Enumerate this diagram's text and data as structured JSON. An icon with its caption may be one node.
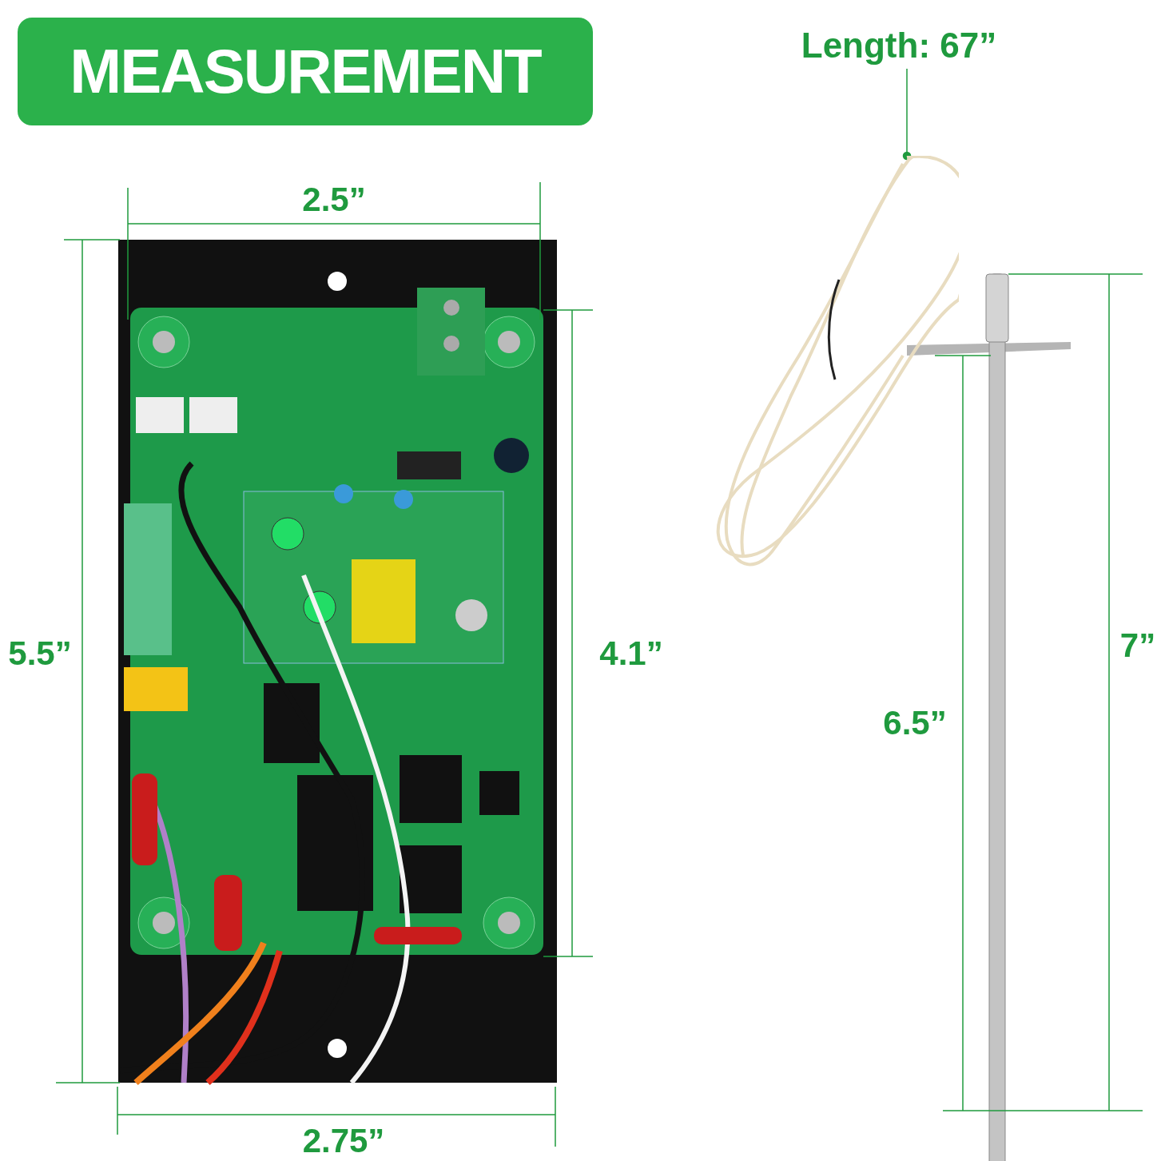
{
  "diagram": {
    "title": "MEASUREMENT",
    "nodes": [
      {
        "text": [
          "Length: 67”"
        ]
      },
      {
        "text": [],
        "shape": "picture"
      }
    ],
    "edges": [
      {
        "from": 0,
        "to": 1,
        "arrow": "other"
      }
    ],
    "labels": [
      "2.5”",
      "5.5”",
      "4.1”",
      "7”",
      "6.5”",
      "2.75”"
    ]
  }
}
